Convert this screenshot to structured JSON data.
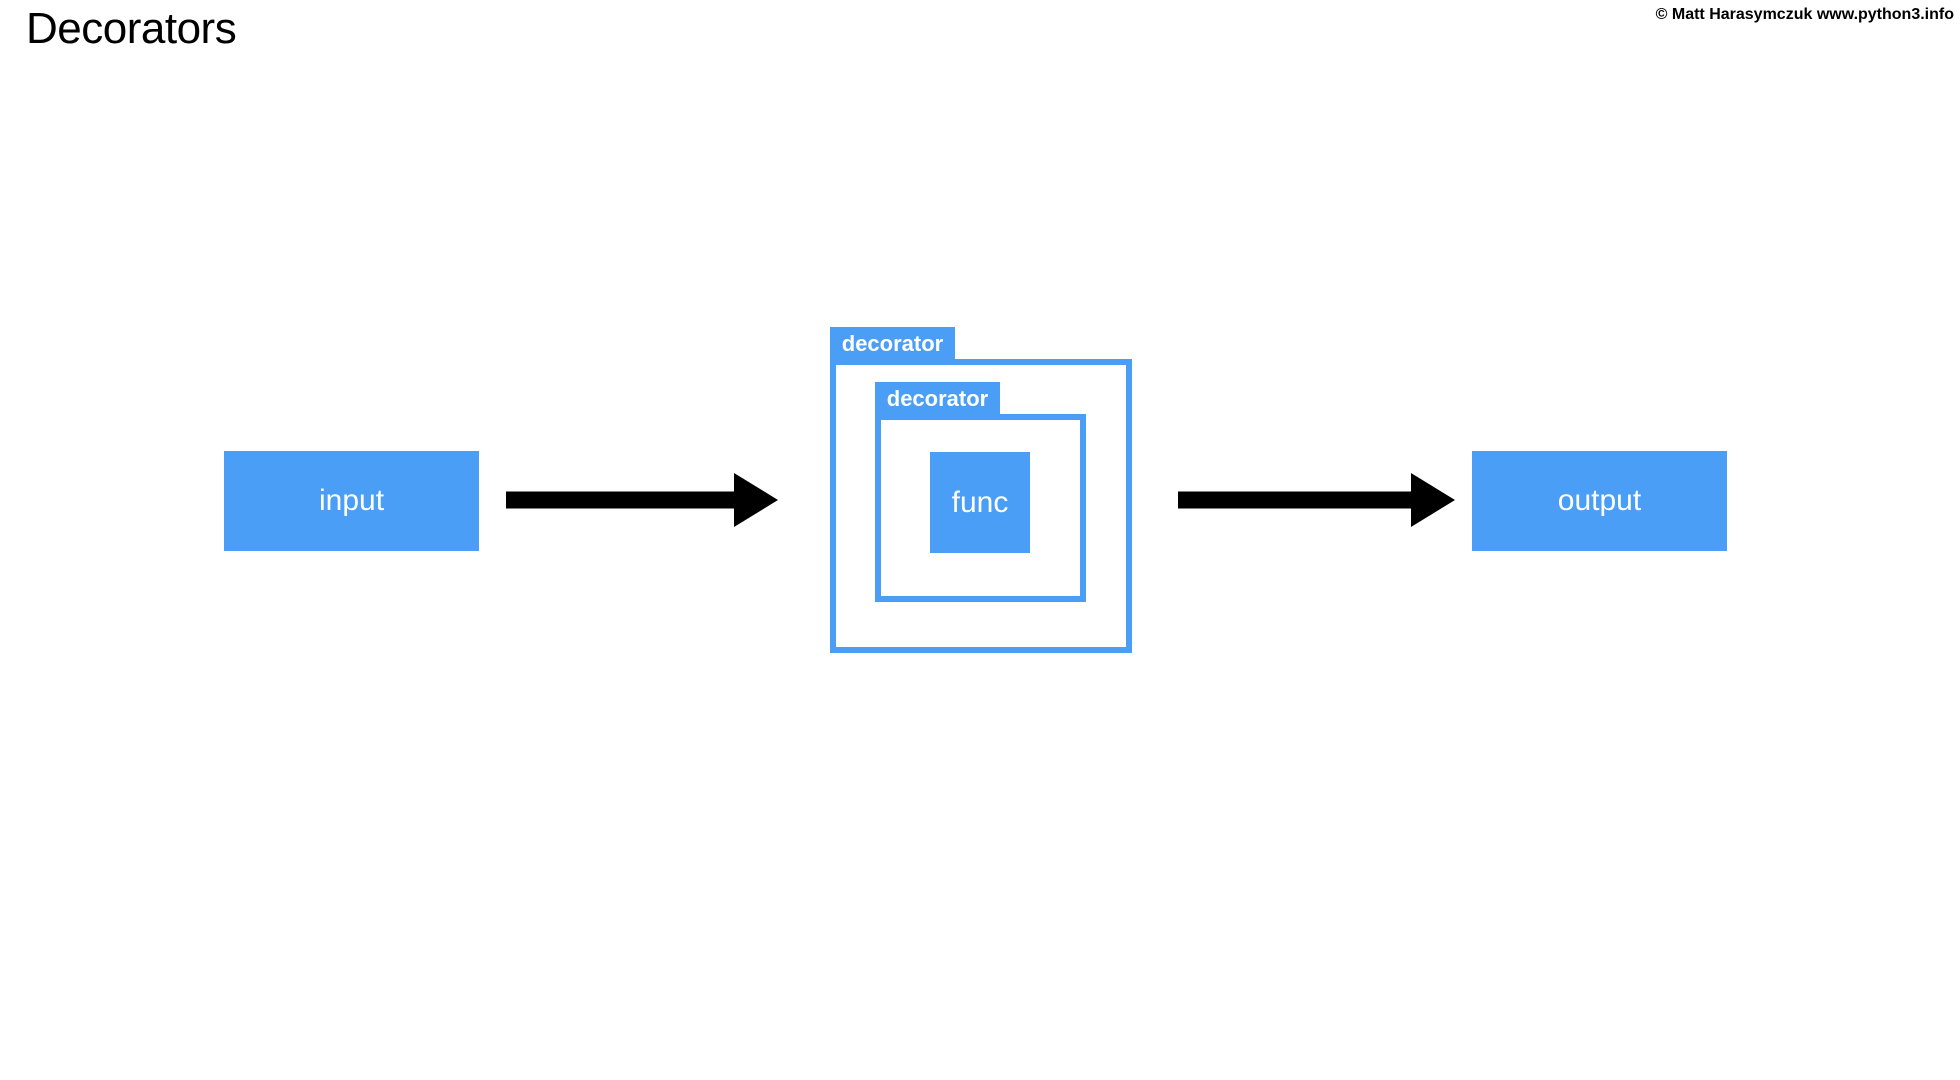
{
  "header": {
    "title": "Decorators",
    "copyright": "© Matt Harasymczuk www.python3.info"
  },
  "diagram": {
    "type": "flow",
    "accent_color": "#4a9ef5",
    "arrow_color": "#000000",
    "text_color": "#ffffff",
    "background": "#ffffff",
    "nodes": [
      {
        "id": "input",
        "label": "input",
        "kind": "filled-box"
      },
      {
        "id": "decorator_outer",
        "label": "decorator",
        "kind": "tabbed-container"
      },
      {
        "id": "decorator_inner",
        "label": "decorator",
        "kind": "tabbed-container"
      },
      {
        "id": "func",
        "label": "func",
        "kind": "filled-box"
      },
      {
        "id": "output",
        "label": "output",
        "kind": "filled-box"
      }
    ],
    "edges": [
      {
        "from": "input",
        "to": "decorator_outer",
        "style": "solid-arrow"
      },
      {
        "from": "decorator_outer",
        "to": "output",
        "style": "solid-arrow"
      }
    ],
    "nesting": "decorator_outer > decorator_inner > func"
  }
}
